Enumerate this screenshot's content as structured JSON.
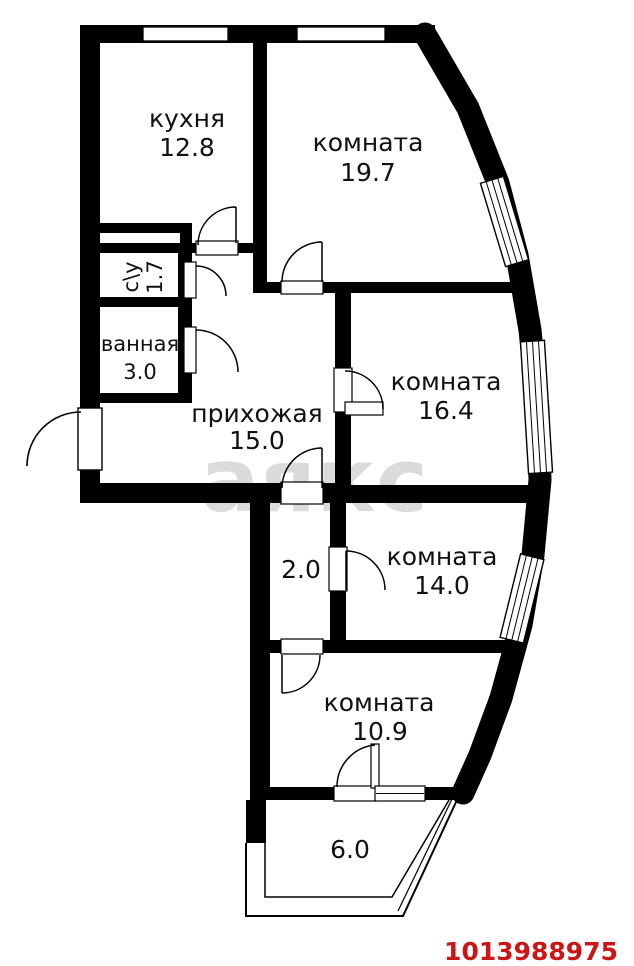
{
  "plan": {
    "watermark": "аякс",
    "listing_id": "1013988975",
    "colors": {
      "wall": "#000000",
      "background": "#ffffff",
      "watermark": "#dbdbdb",
      "listing_id": "#cc1616",
      "label": "#111111"
    },
    "rooms": [
      {
        "name": "кухня",
        "area": "12.8"
      },
      {
        "name": "комната",
        "area": "19.7"
      },
      {
        "name": "с\\у",
        "area": "1.7"
      },
      {
        "name": "ванная",
        "area": "3.0"
      },
      {
        "name": "прихожая",
        "area": "15.0"
      },
      {
        "name": "комната",
        "area": "16.4"
      },
      {
        "name": "",
        "area": "2.0"
      },
      {
        "name": "комната",
        "area": "14.0"
      },
      {
        "name": "комната",
        "area": "10.9"
      },
      {
        "name": "",
        "area": "6.0"
      }
    ]
  }
}
